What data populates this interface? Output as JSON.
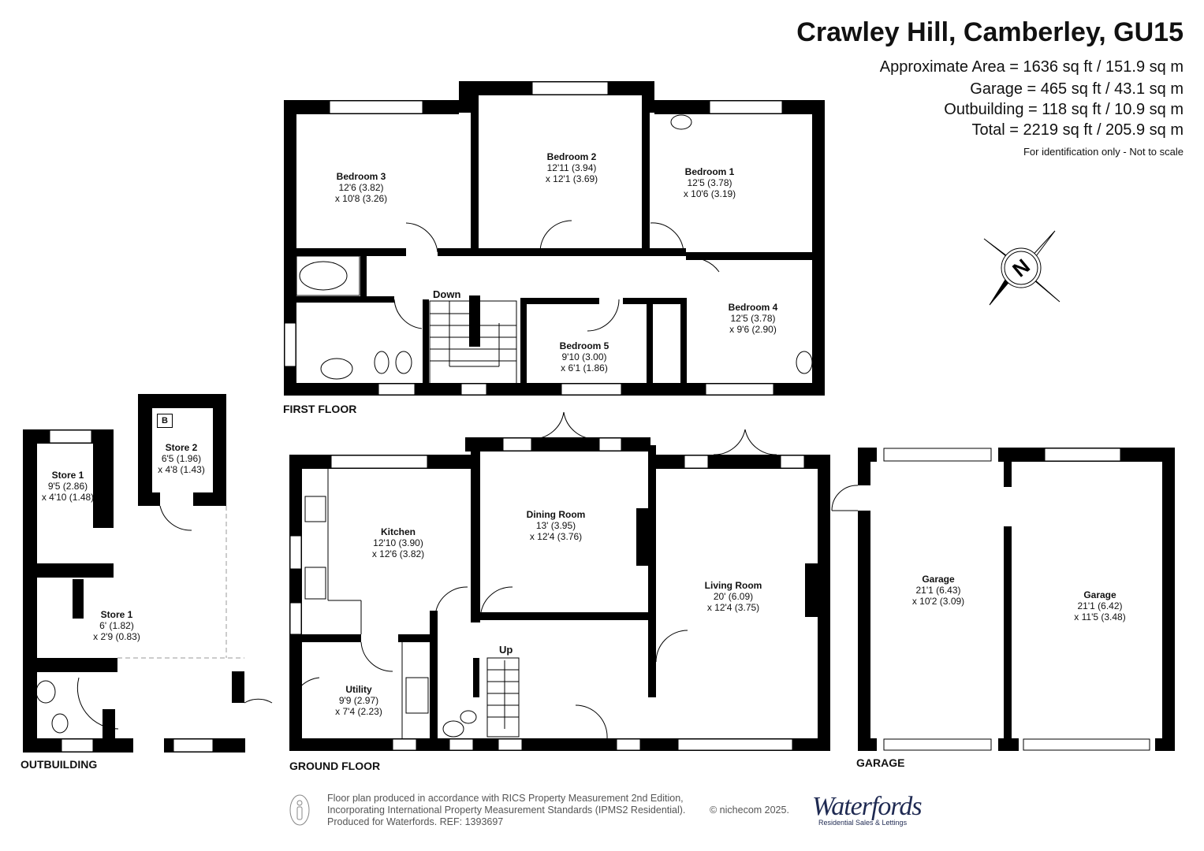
{
  "header": {
    "title": "Crawley Hill, Camberley, GU15",
    "areas": [
      "Approximate Area = 1636 sq ft / 151.9 sq m",
      "Garage = 465 sq ft / 43.1 sq m",
      "Outbuilding = 118 sq ft / 10.9 sq m",
      "Total = 2219 sq ft / 205.9 sq m"
    ],
    "note": "For identification only - Not to scale"
  },
  "compass": {
    "label": "N",
    "icon": "north-compass-icon"
  },
  "floors": {
    "first_floor": {
      "label": "FIRST FLOOR",
      "stair_label": "Down",
      "rooms": [
        {
          "name": "Bedroom 3",
          "dim1": "12'6 (3.82)",
          "dim2": "x 10'8 (3.26)"
        },
        {
          "name": "Bedroom 2",
          "dim1": "12'11 (3.94)",
          "dim2": "x 12'1 (3.69)"
        },
        {
          "name": "Bedroom 1",
          "dim1": "12'5 (3.78)",
          "dim2": "x 10'6 (3.19)"
        },
        {
          "name": "Bedroom 4",
          "dim1": "12'5 (3.78)",
          "dim2": "x 9'6 (2.90)"
        },
        {
          "name": "Bedroom 5",
          "dim1": "9'10 (3.00)",
          "dim2": "x 6'1 (1.86)"
        }
      ]
    },
    "ground_floor": {
      "label": "GROUND FLOOR",
      "stair_label": "Up",
      "rooms": [
        {
          "name": "Kitchen",
          "dim1": "12'10 (3.90)",
          "dim2": "x 12'6 (3.82)"
        },
        {
          "name": "Dining Room",
          "dim1": "13' (3.95)",
          "dim2": "x 12'4 (3.76)"
        },
        {
          "name": "Living Room",
          "dim1": "20' (6.09)",
          "dim2": "x 12'4 (3.75)"
        },
        {
          "name": "Utility",
          "dim1": "9'9 (2.97)",
          "dim2": "x 7'4 (2.23)"
        }
      ]
    },
    "outbuilding": {
      "label": "OUTBUILDING",
      "boiler_label": "B",
      "rooms": [
        {
          "name": "Store 1",
          "dim1": "9'5 (2.86)",
          "dim2": "x 4'10 (1.48)"
        },
        {
          "name": "Store 2",
          "dim1": "6'5 (1.96)",
          "dim2": "x 4'8 (1.43)"
        },
        {
          "name": "Store 1",
          "dim1": "6' (1.82)",
          "dim2": "x 2'9 (0.83)"
        }
      ]
    },
    "garage": {
      "label": "GARAGE",
      "rooms": [
        {
          "name": "Garage",
          "dim1": "21'1 (6.43)",
          "dim2": "x 10'2 (3.09)"
        },
        {
          "name": "Garage",
          "dim1": "21'1 (6.42)",
          "dim2": "x 11'5 (3.48)"
        }
      ]
    }
  },
  "footer": {
    "lines": [
      "Floor plan produced in accordance with RICS Property Measurement 2nd Edition,",
      "Incorporating International Property Measurement Standards (IPMS2 Residential).",
      "Produced for Waterfords.   REF: 1393697"
    ],
    "copyright": "© nichecom 2025.",
    "logo_name": "Waterfords",
    "logo_tagline": "Residential Sales & Lettings",
    "brand_color": "#1f2a52"
  }
}
